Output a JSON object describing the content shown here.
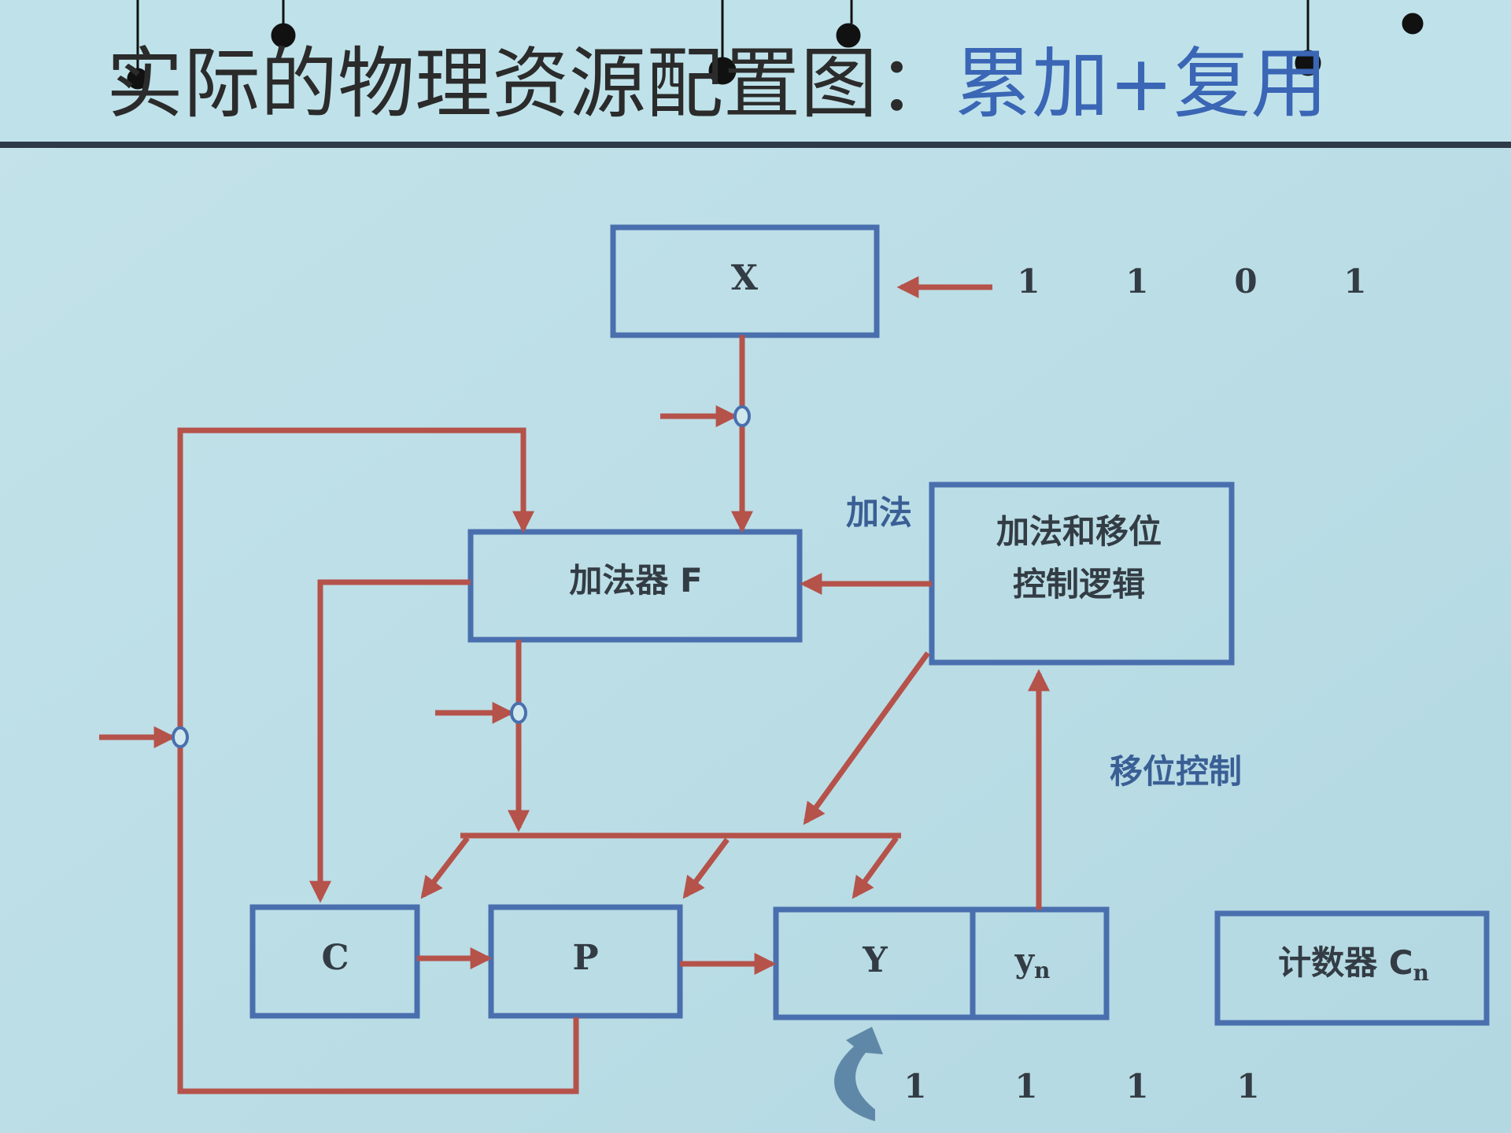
{
  "slide": {
    "title_main": "实际的物理资源配置图：",
    "title_accent": "累加+复用",
    "colors": {
      "background": "#bde0e8",
      "box": "#4a6fae",
      "arrow": "#b5524a",
      "accent": "#3a66b5",
      "text": "#333c44"
    }
  },
  "diagram": {
    "x_register": "X",
    "x_input_bits": [
      "1",
      "1",
      "0",
      "1"
    ],
    "adder": "加法器 F",
    "control_line1": "加法和移位",
    "control_line2": "控制逻辑",
    "add_label": "加法",
    "shift_label": "移位控制",
    "c_register": "C",
    "p_register": "P",
    "y_register": "Y",
    "yn_main": "y",
    "yn_sub": "n",
    "counter_main": "计数器 C",
    "counter_sub": "n",
    "y_input_bits": [
      "1",
      "1",
      "1",
      "1"
    ]
  }
}
